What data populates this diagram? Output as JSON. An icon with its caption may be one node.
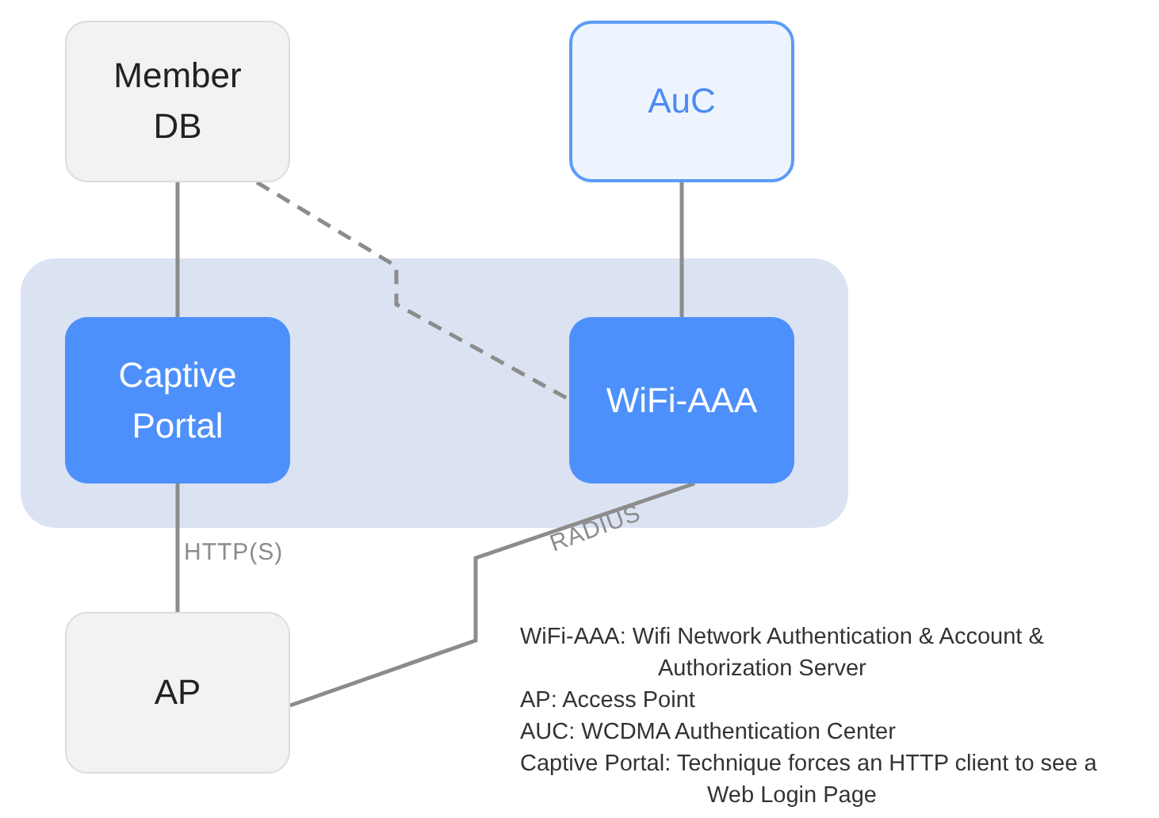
{
  "diagram": {
    "nodes": [
      {
        "text": [
          "Member DB"
        ]
      },
      {
        "text": [
          "AuC"
        ]
      },
      {
        "text": [],
        "shape": "box"
      },
      {
        "text": [
          "Captive Portal"
        ],
        "in": 2
      },
      {
        "text": [
          "WiFi-AAA"
        ],
        "in": 2
      },
      {
        "text": [
          "AP"
        ]
      }
    ],
    "edges": [
      {
        "from": 0,
        "to": 3,
        "arrow": "none"
      },
      {
        "from": 0,
        "to": 4,
        "arrow": "none",
        "style": "dashed"
      },
      {
        "from": 1,
        "to": 4,
        "arrow": "none"
      },
      {
        "from": 3,
        "to": 5,
        "arrow": "none",
        "label": "HTTP(S)"
      },
      {
        "from": 4,
        "to": 5,
        "arrow": "none",
        "label": "RADIUS"
      }
    ],
    "labels": [
      "WiFi-AAA: Wifi Network Authentication & Account & Authorization Server",
      "AP: Access Point",
      "AUC: WCDMA Authentication Center",
      "Captive Portal: Technique forces an HTTP client to see a Web Login Page"
    ]
  }
}
